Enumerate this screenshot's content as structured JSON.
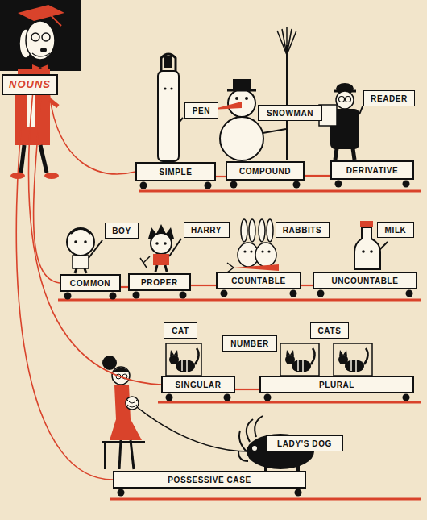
{
  "diagram": {
    "nodes": [
      {
        "text": [
          "NOUNS"
        ]
      },
      {
        "text": [
          "PEN"
        ]
      },
      {
        "text": [
          "SNOWMAN"
        ]
      },
      {
        "text": [
          "READER"
        ]
      },
      {
        "text": [
          "SIMPLE"
        ]
      },
      {
        "text": [
          "COMPOUND"
        ]
      },
      {
        "text": [
          "DERIVATIVE"
        ]
      },
      {
        "text": [
          "BOY"
        ]
      },
      {
        "text": [
          "HARRY"
        ]
      },
      {
        "text": [
          "RABBITS"
        ]
      },
      {
        "text": [
          "MILK"
        ]
      },
      {
        "text": [
          "COMMON"
        ]
      },
      {
        "text": [
          "PROPER"
        ]
      },
      {
        "text": [
          "COUNTABLE"
        ]
      },
      {
        "text": [
          "UNCOUNTABLE"
        ]
      },
      {
        "text": [
          "CAT"
        ]
      },
      {
        "text": [
          "NUMBER"
        ]
      },
      {
        "text": [
          "CATS"
        ]
      },
      {
        "text": [
          "SINGULAR"
        ]
      },
      {
        "text": [
          "PLURAL"
        ]
      },
      {
        "text": [
          "LADY'S DOG"
        ]
      },
      {
        "text": [
          "POSSESSIVE CASE"
        ]
      }
    ],
    "edges": [
      {
        "from": 0,
        "to": 4,
        "arrow": "none"
      },
      {
        "from": 0,
        "to": 11,
        "arrow": "none"
      },
      {
        "from": 0,
        "to": 18,
        "arrow": "none"
      },
      {
        "from": 0,
        "to": 21,
        "arrow": "none"
      },
      {
        "from": 4,
        "to": 5,
        "arrow": "none"
      },
      {
        "from": 5,
        "to": 6,
        "arrow": "none"
      },
      {
        "from": 11,
        "to": 12,
        "arrow": "none"
      },
      {
        "from": 12,
        "to": 13,
        "arrow": "none"
      },
      {
        "from": 13,
        "to": 14,
        "arrow": "none"
      },
      {
        "from": 18,
        "to": 19,
        "arrow": "none"
      }
    ]
  }
}
